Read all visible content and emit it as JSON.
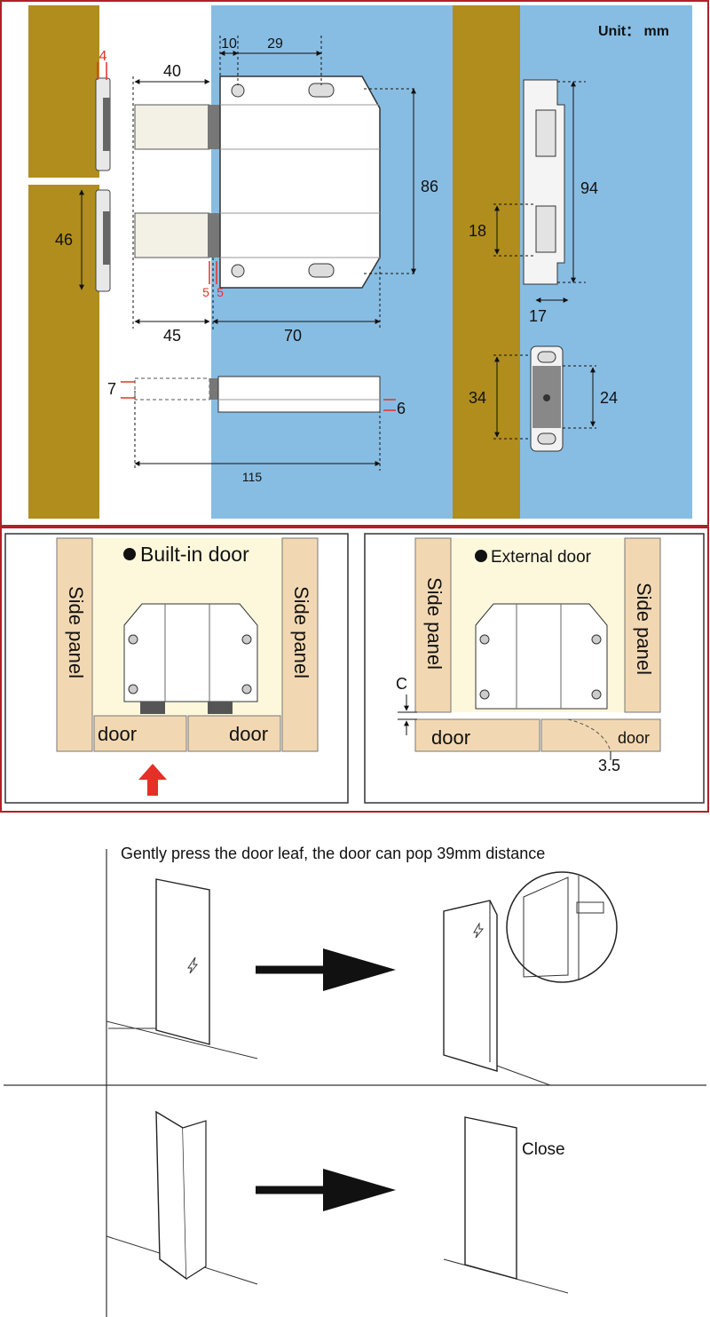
{
  "spec_panel": {
    "unit_label": "Unit： mm",
    "dims": {
      "d4": "4",
      "d10": "10",
      "d29": "29",
      "d40": "40",
      "d46": "46",
      "d86": "86",
      "d5a": "5",
      "d5b": "5",
      "d45": "45",
      "d70": "70",
      "d7": "7",
      "d6": "6",
      "d115": "115",
      "d94": "94",
      "d18": "18",
      "d17": "17",
      "d34": "34",
      "d24": "24"
    }
  },
  "install": {
    "builtin": {
      "title": "Built-in door",
      "side_left": "Side panel",
      "side_right": "Side panel",
      "door_left": "door",
      "door_right": "door"
    },
    "external": {
      "title": "External door",
      "side_left": "Side panel",
      "side_right": "Side panel",
      "door_left": "door",
      "door_right": "door",
      "gap_label": "C",
      "offset_label": "3.5"
    }
  },
  "usage": {
    "caption": "Gently press the door leaf, the door can pop 39mm distance",
    "close_label": "Close"
  },
  "colors": {
    "wood": "#b08d1c",
    "wall_blue": "#88bde3",
    "panel_tan": "#f2d8b2",
    "cream": "#fdf8dc",
    "border_red": "#b0202a",
    "accent_red": "#e53027"
  }
}
